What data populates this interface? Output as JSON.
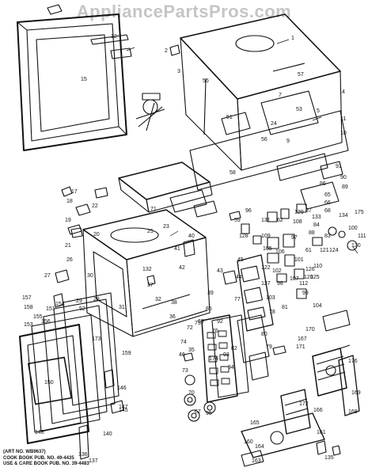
{
  "watermark": "AppliancePartsPros.com",
  "caption": {
    "line1": "(ART NO. WB9637)",
    "line2": "COOK BOOK PUB. NO. 49-4435",
    "line3": "USE & CARE BOOK PUB. NO. 39-4483"
  },
  "labels": [
    "1",
    "2",
    "3",
    "4",
    "5",
    "7",
    "9",
    "10",
    "11",
    "12",
    "15",
    "17",
    "18",
    "19",
    "20",
    "21",
    "22",
    "23",
    "24",
    "25",
    "26",
    "27",
    "28",
    "29",
    "30",
    "31",
    "32",
    "35",
    "36",
    "37",
    "38",
    "39",
    "40",
    "41",
    "42",
    "43",
    "44",
    "45",
    "46",
    "51",
    "52",
    "53",
    "55",
    "56",
    "57",
    "58",
    "59",
    "61",
    "62",
    "65",
    "66",
    "67",
    "68",
    "69",
    "70",
    "71",
    "72",
    "73",
    "74",
    "75",
    "76",
    "77",
    "78",
    "79",
    "80",
    "81",
    "82",
    "83",
    "84",
    "85",
    "86",
    "87",
    "88",
    "89",
    "90",
    "91",
    "92",
    "93",
    "94",
    "95",
    "96",
    "97",
    "98",
    "99",
    "100",
    "101",
    "102",
    "103",
    "104",
    "105",
    "106",
    "107",
    "108",
    "109",
    "110",
    "111",
    "112",
    "120",
    "121",
    "122",
    "124",
    "125",
    "126",
    "127",
    "128",
    "129",
    "130",
    "131",
    "132",
    "133",
    "134",
    "135",
    "136",
    "137",
    "140",
    "145",
    "146",
    "147",
    "148",
    "150",
    "151",
    "153",
    "154",
    "155",
    "156",
    "157",
    "158",
    "159",
    "160",
    "161",
    "163",
    "164",
    "165",
    "166",
    "167",
    "168",
    "169",
    "170",
    "171",
    "172",
    "173",
    "174",
    "175",
    "176"
  ]
}
